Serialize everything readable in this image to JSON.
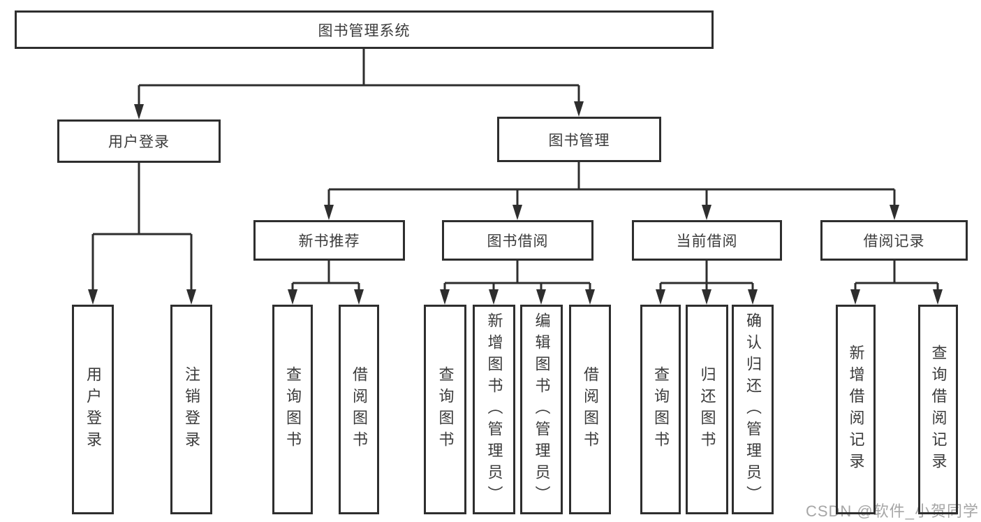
{
  "tree": {
    "root": {
      "label": "图书管理系统"
    },
    "children": [
      {
        "label": "用户登录",
        "children": [
          {
            "label": "用户登录"
          },
          {
            "label": "注销登录"
          }
        ]
      },
      {
        "label": "图书管理",
        "children": [
          {
            "label": "新书推荐",
            "children": [
              {
                "label": "查询图书"
              },
              {
                "label": "借阅图书"
              }
            ]
          },
          {
            "label": "图书借阅",
            "children": [
              {
                "label": "查询图书"
              },
              {
                "label": "新增图书（管理员）"
              },
              {
                "label": "编辑图书（管理员）"
              },
              {
                "label": "借阅图书"
              }
            ]
          },
          {
            "label": "当前借阅",
            "children": [
              {
                "label": "查询图书"
              },
              {
                "label": "归还图书"
              },
              {
                "label": "确认归还（管理员）"
              }
            ]
          },
          {
            "label": "借阅记录",
            "children": [
              {
                "label": "新增借阅记录"
              },
              {
                "label": "查询借阅记录"
              }
            ]
          }
        ]
      }
    ]
  },
  "watermark": {
    "text": "CSDN @软件_小贺同学"
  },
  "colors": {
    "line": "#2e2e2e",
    "box_border": "#2e2e2e",
    "text": "#3b3b3b",
    "background": "#ffffff",
    "watermark": "#a6a6a6"
  }
}
